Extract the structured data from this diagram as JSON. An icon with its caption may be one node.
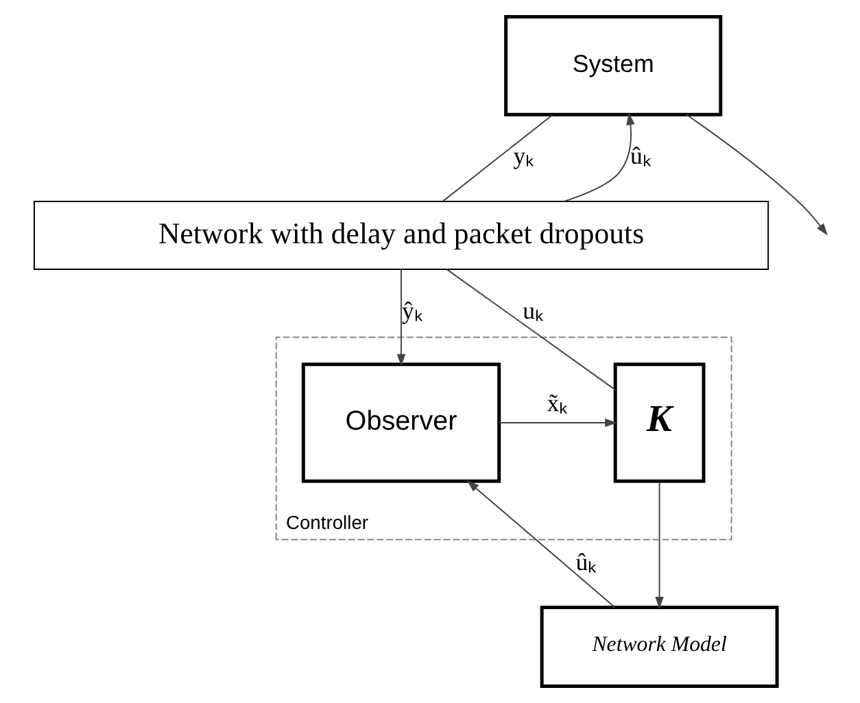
{
  "diagram": {
    "nodes": [
      {
        "text": [
          "System"
        ]
      },
      {
        "text": [
          "Network with delay and packet dropouts"
        ]
      },
      {
        "text": [
          "Controller"
        ]
      },
      {
        "text": [
          "K"
        ],
        "in": 2
      },
      {
        "text": [
          "Observer"
        ],
        "in": 2
      },
      {
        "text": [
          "Network Model"
        ]
      }
    ],
    "edges": [
      {
        "from": 1,
        "to": 0,
        "arrow": "to",
        "label": "ûₖ"
      },
      {
        "from": 0,
        "to": null,
        "arrow": "to"
      },
      {
        "from": 0,
        "to": 1,
        "arrow": "none",
        "label": "yₖ"
      },
      {
        "from": 1,
        "to": 4,
        "arrow": "to",
        "label": "ŷₖ"
      },
      {
        "from": 4,
        "to": 3,
        "arrow": "to",
        "label": "x̃ₖ"
      },
      {
        "from": 3,
        "to": 1,
        "arrow": "none",
        "label": "uₖ"
      },
      {
        "from": 3,
        "to": 5,
        "arrow": "to"
      },
      {
        "from": 5,
        "to": 4,
        "arrow": "to",
        "label": "ûₖ"
      }
    ]
  }
}
